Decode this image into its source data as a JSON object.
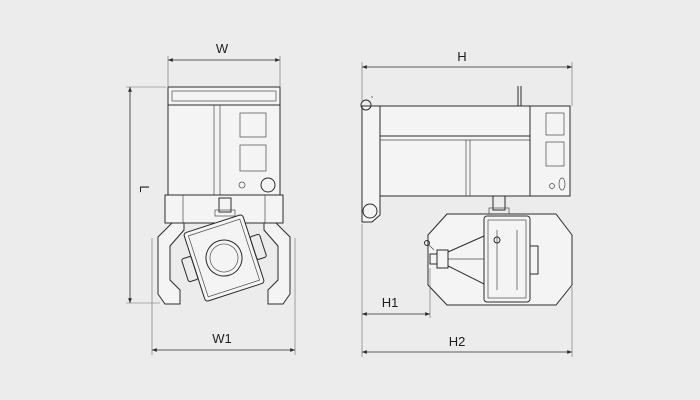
{
  "labels": {
    "w": "W",
    "l": "L",
    "w1": "W1",
    "h": "H",
    "h1": "H1",
    "h2": "H2"
  },
  "colors": {
    "background": "#ececec",
    "line": "#2b2b2b",
    "fill": "#f4f4f4"
  }
}
